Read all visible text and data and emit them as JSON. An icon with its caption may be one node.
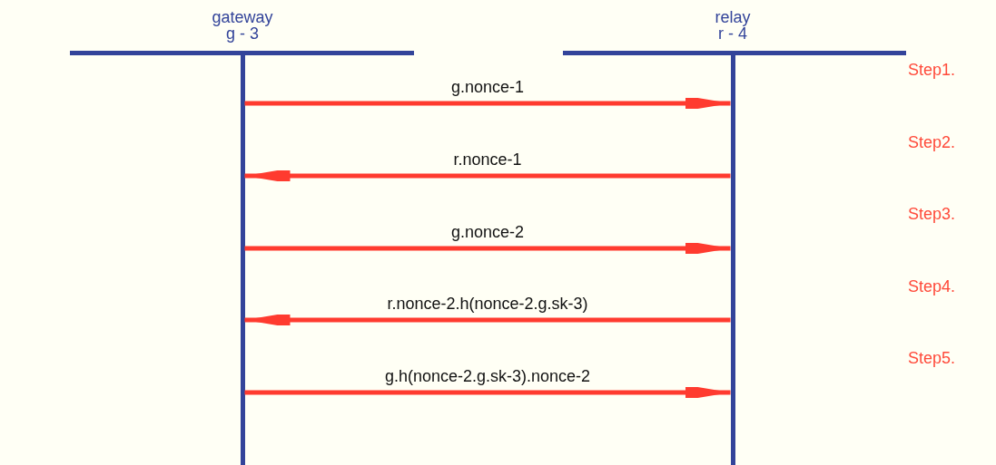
{
  "diagram": {
    "nodes": [
      {
        "text": [
          "gateway",
          "g - 3"
        ]
      },
      {
        "text": [
          "relay",
          "r - 4"
        ]
      }
    ],
    "edges": [
      {
        "from": 0,
        "to": 1,
        "arrow": "to",
        "label": "g.nonce-1"
      },
      {
        "from": 1,
        "to": 0,
        "arrow": "to",
        "label": "r.nonce-1"
      },
      {
        "from": 0,
        "to": 1,
        "arrow": "to",
        "label": "g.nonce-2"
      },
      {
        "from": 1,
        "to": 0,
        "arrow": "to",
        "label": "r.nonce-2.h(nonce-2.g.sk-3)"
      },
      {
        "from": 0,
        "to": 1,
        "arrow": "to",
        "label": "g.h(nonce-2.g.sk-3).nonce-2"
      }
    ],
    "labels": [
      "Step1.",
      "Step2.",
      "Step3.",
      "Step4.",
      "Step5."
    ]
  }
}
